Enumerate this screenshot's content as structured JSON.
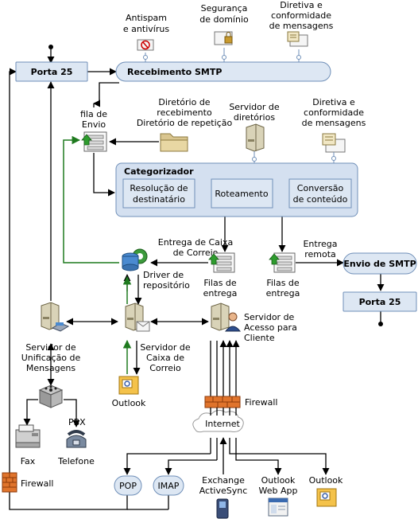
{
  "nodes": {
    "porta25_top": "Porta 25",
    "recebimento": "Recebimento SMTP",
    "antispam": [
      "Antispam",
      "e antivírus"
    ],
    "seguranca": [
      "Segurança",
      "de domínio"
    ],
    "diretiva_top": [
      "Diretiva e",
      "conformidade",
      "de mensagens"
    ],
    "fila_envio": [
      "fila de",
      "Envio"
    ],
    "diretorio_receb": [
      "Diretório de",
      "recebimento",
      "Diretório de repetição"
    ],
    "servidor_dir": [
      "Servidor de",
      "diretórios"
    ],
    "diretiva_mid": [
      "Diretiva e",
      "conformidade",
      "de mensagens"
    ],
    "categorizador": "Categorizador",
    "resolucao": [
      "Resolução de",
      "destinatário"
    ],
    "roteamento": "Roteamento",
    "conversao": [
      "Conversão",
      "de conteúdo"
    ],
    "entrega_caixa": [
      "Entrega de Caixa",
      "de Correio"
    ],
    "entrega_remota": [
      "Entrega",
      "remota"
    ],
    "envio_smtp": "Envio de SMTP",
    "filas1": [
      "Filas de",
      "entrega"
    ],
    "filas2": [
      "Filas de",
      "entrega"
    ],
    "driver": [
      "Driver de",
      "repositório"
    ],
    "porta25_bottom": "Porta 25",
    "servidor_um": [
      "Servidor de",
      "Unificação de",
      "Mensagens"
    ],
    "servidor_cc": [
      "Servidor de",
      "Caixa de",
      "Correio"
    ],
    "servidor_ac": [
      "Servidor de",
      "Acesso para",
      "Cliente"
    ],
    "outlook_mid": "Outlook",
    "pbx": "PBX",
    "firewall_mid": "Firewall",
    "internet": "Internet",
    "fax": "Fax",
    "telefone": "Telefone",
    "firewall_left": "Firewall",
    "pop": "POP",
    "imap": "IMAP",
    "exchange": [
      "Exchange",
      "ActiveSync"
    ],
    "owa": [
      "Outlook",
      "Web App"
    ],
    "outlook_bottom": "Outlook"
  },
  "colors": {
    "box_fill": "#dde7f3",
    "box_stroke": "#6f8fb8",
    "flow_green": "#1f7a1f"
  }
}
